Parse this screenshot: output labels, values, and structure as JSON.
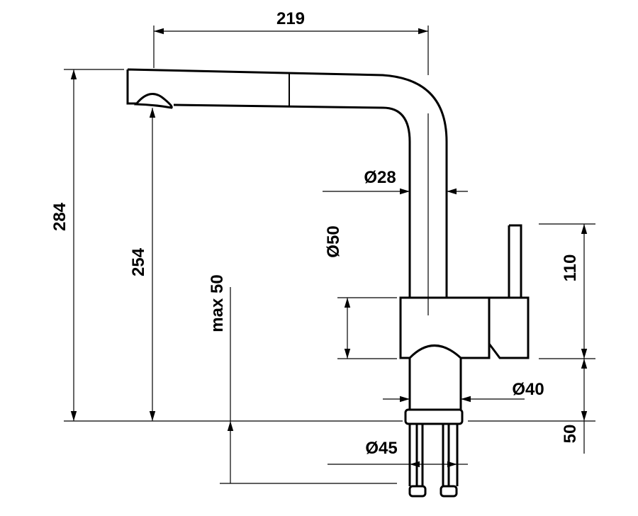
{
  "dimensions": {
    "width_total": "219",
    "height_total": "284",
    "height_spout": "254",
    "max_deck": "max 50",
    "dia_body": "Ø50",
    "dia_spout": "Ø28",
    "height_lever": "110",
    "dia_base": "Ø40",
    "height_base": "50",
    "dia_hole": "Ø45"
  }
}
